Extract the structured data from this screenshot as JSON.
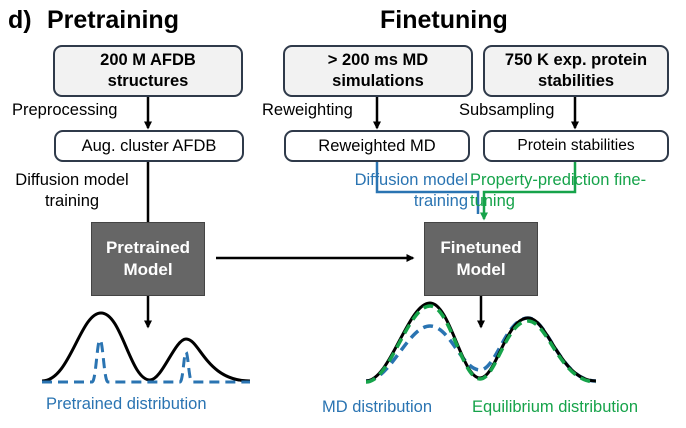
{
  "panel_label": "d)",
  "pretraining": {
    "heading": "Pretraining",
    "source_box": "200 M AFDB structures",
    "step1_label": "Preprocessing",
    "processed_box": "Aug. cluster AFDB",
    "step2_label": "Diffusion model training",
    "model_box": "Pretrained Model",
    "distribution_label": "Pretrained distribution"
  },
  "finetuning": {
    "heading": "Finetuning",
    "md_source_box": "> 200 ms MD simulations",
    "md_step_label": "Reweighting",
    "md_processed_box": "Reweighted MD",
    "exp_source_box": "750 K exp. protein stabilities",
    "exp_step_label": "Subsampling",
    "exp_processed_box": "Protein stabilities",
    "diffusion_label": "Diffusion model training",
    "property_label": "Property-prediction fine-tuning",
    "model_box": "Finetuned Model",
    "md_distribution_label": "MD distribution",
    "eq_distribution_label": "Equilibrium distribution"
  },
  "colors": {
    "blue": "#2a74b2",
    "green": "#16a34a",
    "model_fill": "#666666",
    "box_fill": "#f2f2f2"
  }
}
